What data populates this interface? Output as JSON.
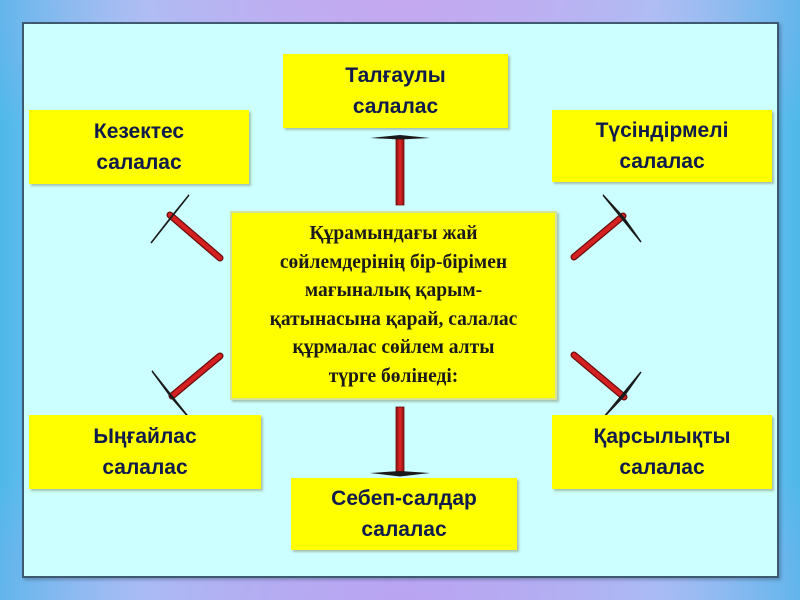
{
  "diagram": {
    "center": {
      "lines": [
        "Құрамындағы жай",
        "сөйлемдерінің бір-бірімен",
        "мағыналық қарым-",
        "қатынасына қарай, салалас",
        "құрмалас сөйлем алты",
        "түрге бөлінеді:"
      ]
    },
    "nodes": [
      {
        "id": "talgauly",
        "lines": [
          "Талғаулы",
          "салалас"
        ]
      },
      {
        "id": "kezektes",
        "lines": [
          "Кезектес",
          "салалас"
        ]
      },
      {
        "id": "tusindirmeli",
        "lines": [
          "Түсіндірмелі",
          "салалас"
        ]
      },
      {
        "id": "yngailas",
        "lines": [
          "Ыңғайлас",
          "салалас"
        ]
      },
      {
        "id": "sebep-saldar",
        "lines": [
          "Себеп-салдар",
          "салалас"
        ]
      },
      {
        "id": "karsylykty",
        "lines": [
          "Қарсылықты",
          "салалас"
        ]
      }
    ],
    "colors": {
      "box_fill": "#ffff00",
      "panel_fill": "#ccffff",
      "connector": "#cc1a1a",
      "connector_head": "#1a1a1a",
      "node_text": "#0f1a4d"
    }
  }
}
